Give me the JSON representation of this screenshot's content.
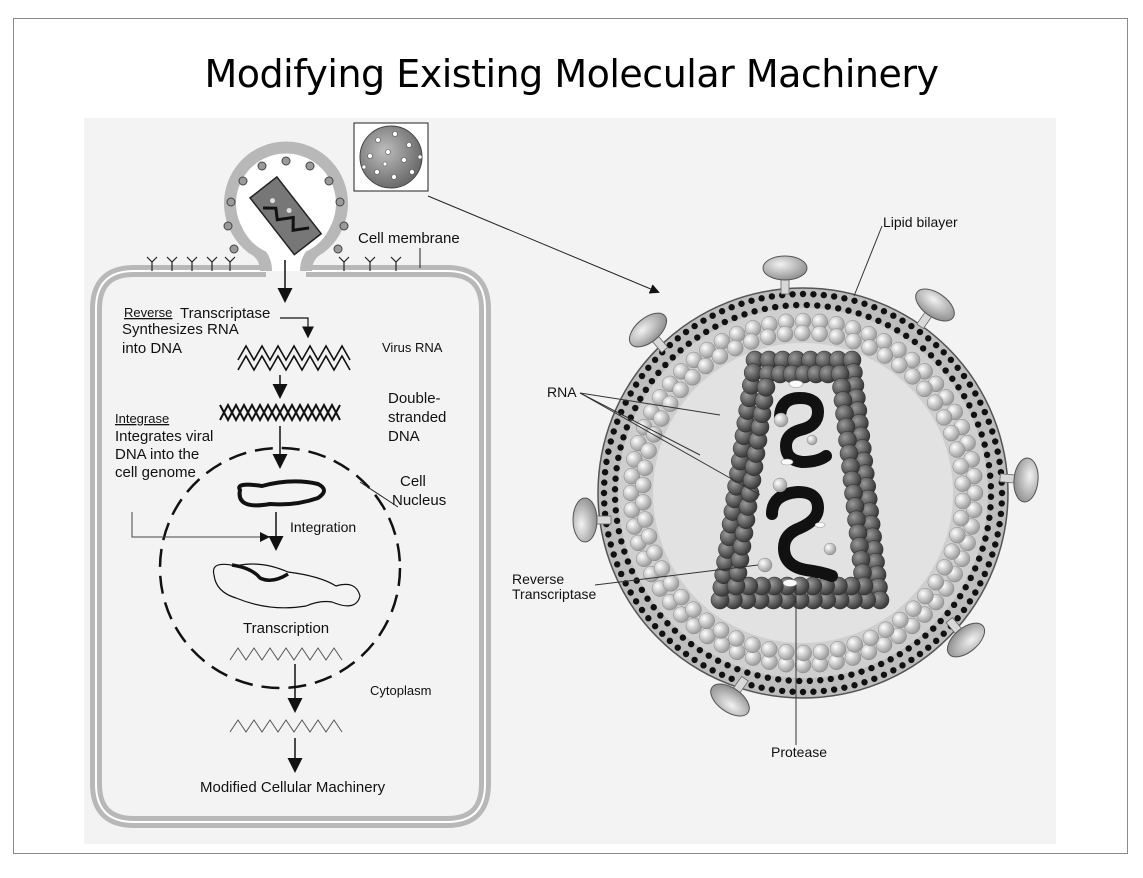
{
  "slide": {
    "title": "Modifying Existing Molecular Machinery"
  },
  "cell_diagram": {
    "cell_membrane": "Cell membrane",
    "reverse_transcriptase_heading": "Reverse",
    "reverse_transcriptase_heading_2": "Transcriptase",
    "rt_desc_line1": "Synthesizes RNA",
    "rt_desc_line2": "into DNA",
    "virus_rna": "Virus RNA",
    "double_stranded_1": "Double-",
    "double_stranded_2": "stranded",
    "double_stranded_3": "DNA",
    "integrase_heading": "Integrase",
    "integrase_line1": "Integrates viral",
    "integrase_line2": "DNA into the",
    "integrase_line3": "cell genome",
    "cell_nucleus_1": "Cell",
    "cell_nucleus_2": "Nucleus",
    "integration": "Integration",
    "transcription": "Transcription",
    "cytoplasm": "Cytoplasm",
    "modified_machinery": "Modified Cellular Machinery"
  },
  "virus_diagram": {
    "lipid_bilayer": "Lipid bilayer",
    "rna": "RNA",
    "reverse_transcriptase_1": "Reverse",
    "reverse_transcriptase_2": "Transcriptase",
    "protease": "Protease"
  },
  "colors": {
    "panel_bg": "#f3f3f3",
    "cell_outline": "#b8b8b8",
    "capsid": "#5e5e5e",
    "matrix": "#c9c9c9",
    "membrane_dot": "#111111"
  }
}
